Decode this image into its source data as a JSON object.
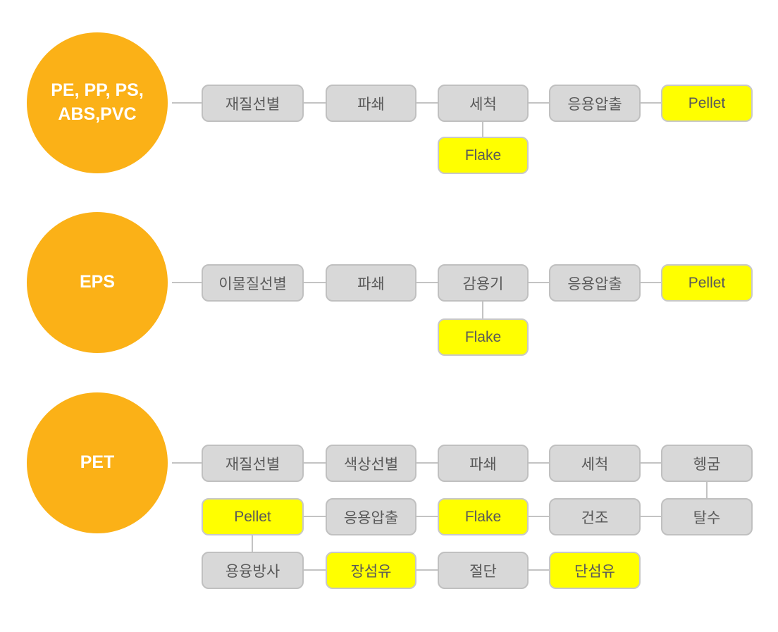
{
  "colors": {
    "circle_fill": "#FBB117",
    "circle_text": "#FFFFFF",
    "step_fill": "#D8D8D8",
    "step_border": "#C0C0C0",
    "highlight_fill": "#FFFF00",
    "highlight_border": "#C8C8C8",
    "label_text": "#595959",
    "connector": "#C3C3C3",
    "background": "#FFFFFF"
  },
  "flows": [
    {
      "material": [
        "PE, PP, PS,",
        "ABS,PVC"
      ],
      "steps": [
        "재질선별",
        "파쇄",
        "세척",
        "응용압출",
        "Pellet"
      ],
      "steps_highlight": [
        false,
        false,
        false,
        false,
        true
      ],
      "branch": "Flake",
      "branch_highlight": true,
      "branch_from_step": "세척"
    },
    {
      "material": [
        "EPS"
      ],
      "steps": [
        "이물질선별",
        "파쇄",
        "감용기",
        "응용압출",
        "Pellet"
      ],
      "steps_highlight": [
        false,
        false,
        false,
        false,
        true
      ],
      "branch": "Flake",
      "branch_highlight": true,
      "branch_from_step": "감용기"
    },
    {
      "material": [
        "PET"
      ],
      "rows": [
        [
          "재질선별",
          "색상선별",
          "파쇄",
          "세척",
          "헹굼"
        ],
        [
          "Pellet",
          "응용압출",
          "Flake",
          "건조",
          "탈수"
        ],
        [
          "용융방사",
          "장섬유",
          "절단",
          "단섬유"
        ]
      ],
      "rows_highlight": [
        [
          false,
          false,
          false,
          false,
          false
        ],
        [
          true,
          false,
          true,
          false,
          false
        ],
        [
          false,
          true,
          false,
          true
        ]
      ],
      "vertical_links": [
        "헹굼→탈수",
        "Pellet→용융방사"
      ]
    }
  ]
}
